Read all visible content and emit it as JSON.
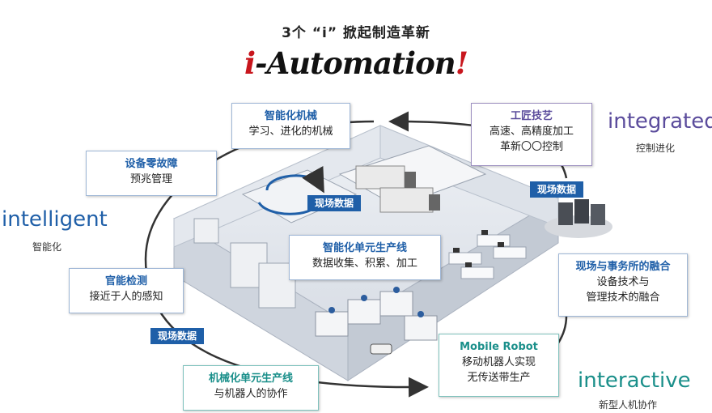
{
  "header": {
    "subtitle": "3个 “i” 掀起制造革新",
    "logo_prefix": "i",
    "logo_main": "-Automation",
    "logo_suffix": "!"
  },
  "pillars": {
    "intelligent": {
      "title": "intelligent",
      "sub": "智能化",
      "color": "#1f5fa8"
    },
    "integrated": {
      "title": "integrated",
      "sub": "控制进化",
      "color": "#5b4c9c"
    },
    "interactive": {
      "title": "interactive",
      "sub": "新型人机协作",
      "color": "#1a8f8a"
    }
  },
  "boxes": {
    "smart_machine": {
      "title": "智能化机械",
      "body": "学习、进化的机械"
    },
    "zero_fault": {
      "title": "设备零故障",
      "body": "预兆管理"
    },
    "sensory": {
      "title": "官能检测",
      "body": "接近于人的感知"
    },
    "mech_cell": {
      "title": "机械化单元生产线",
      "body": "与机器人的协作"
    },
    "smart_cell": {
      "title": "智能化单元生产线",
      "body": "数据收集、积累、加工"
    },
    "craft": {
      "title": "工匠技艺",
      "body1": "高速、高精度加工",
      "body2": "革新〇〇控制"
    },
    "fusion": {
      "title": "现场与事务所的融合",
      "body1": "设备技术与",
      "body2": "管理技术的融合"
    },
    "mobile": {
      "title": "Mobile Robot",
      "body1": "移动机器人实现",
      "body2": "无传送带生产"
    }
  },
  "tags": {
    "center": "现场数据",
    "right": "现场数据",
    "left": "现场数据"
  }
}
